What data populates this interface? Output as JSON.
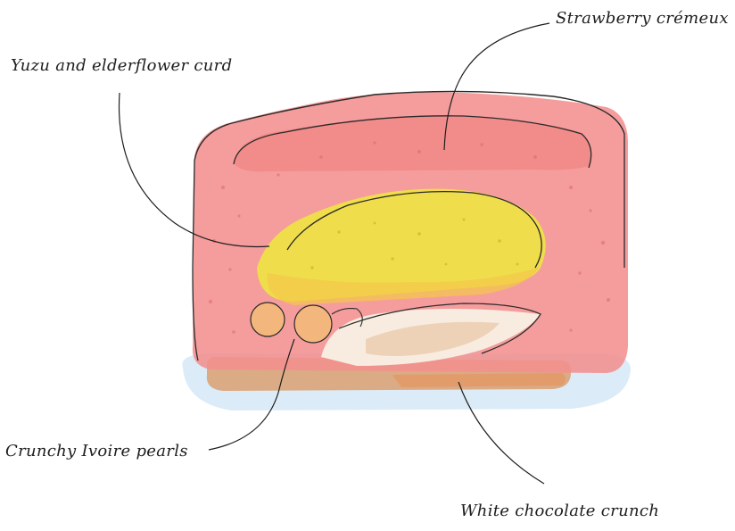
{
  "diagram": {
    "labels": {
      "strawberry_cremeux": "Strawberry crémeux",
      "yuzu_curd": "Yuzu and elderflower curd",
      "ivoire_pearls": "Crunchy Ivoire pearls",
      "white_chocolate_crunch": "White chocolate crunch"
    },
    "colors": {
      "cremeux": "#f2908e",
      "curd": "#eee344",
      "pearls": "#f3b979",
      "crunch": "#d9a070",
      "cream": "#f5e3d2",
      "shadow": "#cfe4f4",
      "ink": "#1e1e1e"
    }
  }
}
